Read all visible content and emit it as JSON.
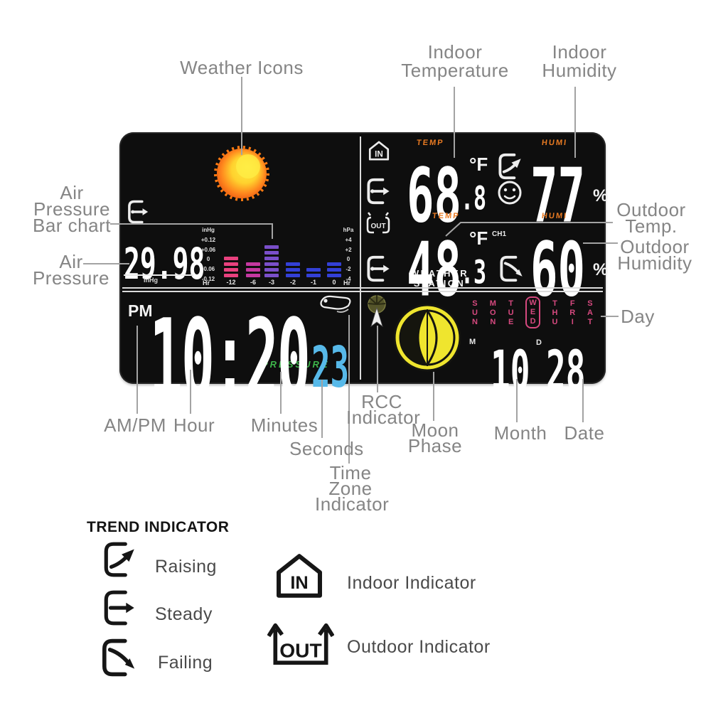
{
  "colors": {
    "accent_orange": "#e87a22",
    "pressure_green": "#3db54a",
    "day_pink": "#d6497f",
    "seconds_blue": "#57b9e9",
    "moon_yellow": "#efe52e"
  },
  "callouts": {
    "weather_icons": "Weather Icons",
    "indoor_temp_1": "Indoor",
    "indoor_temp_2": "Temperature",
    "indoor_hum_1": "Indoor",
    "indoor_hum_2": "Humidity",
    "air_pressure_bar_1": "Air",
    "air_pressure_bar_2": "Pressure",
    "air_pressure_bar_3": "Bar chart",
    "air_pressure_1": "Air",
    "air_pressure_2": "Pressure",
    "outdoor_temp_1": "Outdoor",
    "outdoor_temp_2": "Temp.",
    "outdoor_hum_1": "Outdoor",
    "outdoor_hum_2": "Humidity",
    "day": "Day",
    "ampm": "AM/PM",
    "hour": "Hour",
    "minutes": "Minutes",
    "seconds": "Seconds",
    "rcc_1": "RCC",
    "rcc_2": "Indicator",
    "tz_1": "Time",
    "tz_2": "Zone",
    "tz_3": "Indicator",
    "moon_1": "Moon",
    "moon_2": "Phase",
    "month": "Month",
    "date": "Date"
  },
  "display": {
    "title_1": "WEATHER",
    "title_2": "STATION",
    "pressure": {
      "label": "PRESSURE",
      "value": "29.98",
      "unit": "inHg",
      "left_scale": [
        "inHg",
        "+0.12",
        "+0.06",
        "0",
        "-0.06",
        "-0.12"
      ],
      "right_scale": [
        "hPa",
        "+4",
        "+2",
        "0",
        "-2",
        "-4"
      ],
      "hr_left": "Hr",
      "hr_right": "Hr",
      "bars": [
        {
          "hour": "-12",
          "segments": 4,
          "color": "#e8417e"
        },
        {
          "hour": "-6",
          "segments": 3,
          "color": "#c438a0"
        },
        {
          "hour": "-3",
          "segments": 6,
          "color": "#7a4fc9"
        },
        {
          "hour": "-2",
          "segments": 3,
          "color": "#3340d6"
        },
        {
          "hour": "-1",
          "segments": 2,
          "color": "#3340d6"
        },
        {
          "hour": "0",
          "segments": 3,
          "color": "#3340d6"
        }
      ]
    },
    "indoor": {
      "temp_label": "TEMP",
      "temp": "68",
      "temp_decimal": ".8",
      "temp_unit": "°F",
      "hum_label": "HUMI",
      "hum": "77",
      "hum_unit": "%"
    },
    "outdoor": {
      "temp_label": "TEMP",
      "temp": "48",
      "temp_decimal": ".3",
      "temp_unit": "°F",
      "channel": "CH1",
      "hum_label": "HUMI",
      "hum": "60",
      "hum_unit": "%"
    },
    "clock": {
      "ampm": "PM",
      "time": "10:20",
      "seconds": "23"
    },
    "calendar": {
      "days": [
        "SUN",
        "MON",
        "TUE",
        "WED",
        "THU",
        "FRI",
        "SAT"
      ],
      "selected_day": "WED",
      "month_label": "M",
      "month": "10",
      "date_label": "D",
      "date": "28"
    },
    "icons": {
      "in_text": "IN",
      "out_text": "OUT"
    }
  },
  "legend": {
    "trend_title": "TREND INDICATOR",
    "raising": "Raising",
    "steady": "Steady",
    "failing": "Failing",
    "in_text": "IN",
    "indoor": "Indoor Indicator",
    "out_text": "OUT",
    "outdoor": "Outdoor Indicator"
  }
}
